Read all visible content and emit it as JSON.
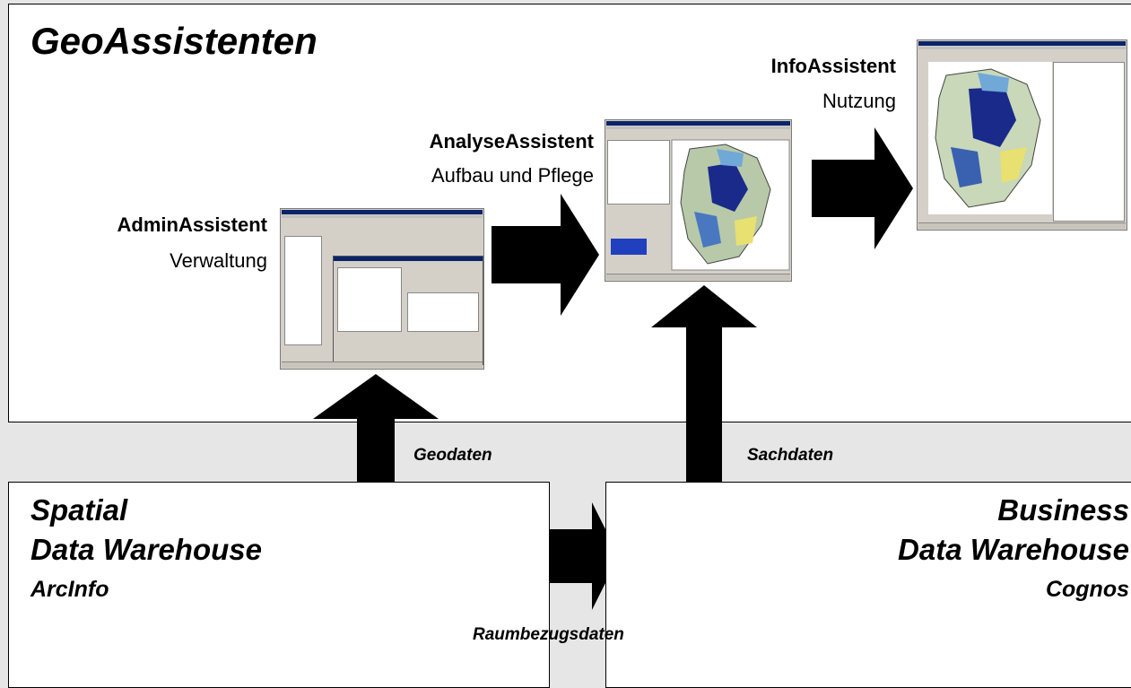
{
  "geo_panel": {
    "title": "GeoAssistenten",
    "admin": {
      "title": "AdminAssistent",
      "subtitle": "Verwaltung"
    },
    "analyse": {
      "title": "AnalyseAssistent",
      "subtitle": "Aufbau und Pflege"
    },
    "info": {
      "title": "InfoAssistent",
      "subtitle": "Nutzung"
    }
  },
  "flows": {
    "geodaten": "Geodaten",
    "sachdaten": "Sachdaten",
    "raumbezugsdaten": "Raumbezugsdaten"
  },
  "spatial_dw": {
    "line1": "Spatial",
    "line2": "Data Warehouse",
    "product": "ArcInfo"
  },
  "business_dw": {
    "line1": "Business",
    "line2": "Data Warehouse",
    "product": "Cognos"
  },
  "colors": {
    "background": "#e6e6e6",
    "panel": "#ffffff",
    "arrow": "#000000",
    "window": "#d4d0c8",
    "titlebar": "#0a246a",
    "map_accent": "#1a2a8a"
  }
}
